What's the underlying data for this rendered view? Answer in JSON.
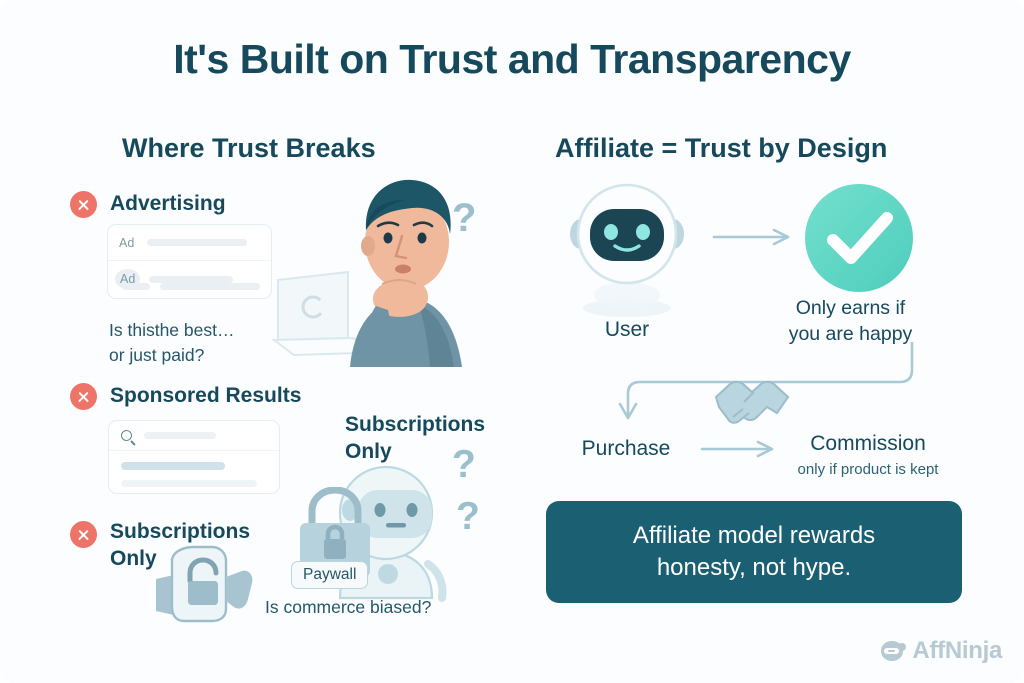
{
  "title": "It's Built on Trust and Transparency",
  "colors": {
    "background": "#fbfdfe",
    "deep_teal": "#16495c",
    "banner_teal": "#1b6072",
    "check_green": "#5fd6c3",
    "alert_red": "#ee7368",
    "muted_blue": "#9cbfcd",
    "logo_gray": "#b7c9d2"
  },
  "left_column": {
    "heading": "Where Trust Breaks",
    "items": [
      {
        "label": "Advertising",
        "icon": "x-circle-icon"
      },
      {
        "label": "Sponsored Results",
        "icon": "x-circle-icon"
      },
      {
        "label": "Subscriptions\nOnly",
        "icon": "x-circle-icon"
      }
    ],
    "advertising_card": {
      "tag_1": "Ad",
      "tag_2": "Ad"
    },
    "advertising_caption": "Is thisthe best…\nor just paid?",
    "search_card": {
      "icon": "search-icon"
    },
    "paywall": {
      "heading": "Subscriptions\nOnly",
      "tag": "Paywall",
      "caption": "Is commerce biased?",
      "question_marks": [
        "?",
        "?"
      ]
    },
    "person_question_mark": "?"
  },
  "right_column": {
    "heading": "Affiliate = Trust by Design",
    "nodes": {
      "user": "User",
      "outcome": "Only earns if\nyou are happy",
      "purchase": "Purchase",
      "commission": "Commission",
      "commission_sub": "only if product is kept"
    },
    "icons": {
      "robot": "robot-icon",
      "check": "check-circle-icon",
      "handshake": "handshake-icon",
      "arrow": "arrow-right-icon",
      "elbow_arrow": "elbow-arrow-icon"
    },
    "banner": "Affiliate model rewards\nhonesty, not hype."
  },
  "logo": {
    "text": "AffNinja",
    "icon": "ninja-head-icon"
  }
}
